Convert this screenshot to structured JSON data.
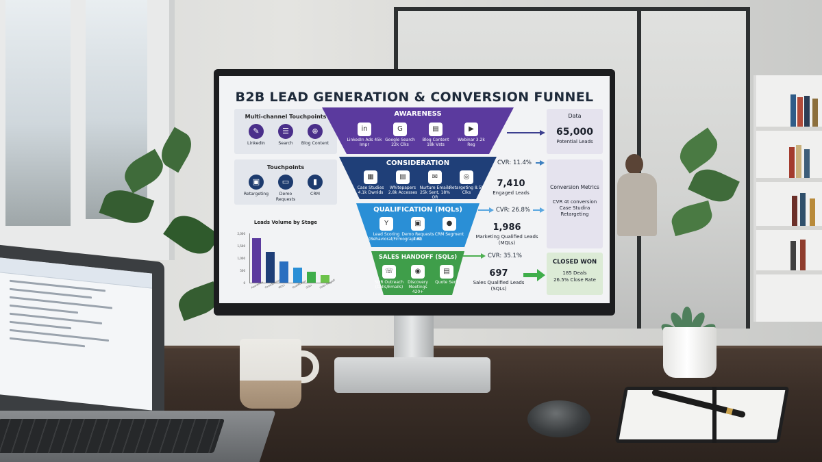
{
  "screen": {
    "title": "B2B LEAD GENERATION & CONVERSION FUNNEL",
    "left_panels": [
      {
        "title": "Multi-channel Touchpoints",
        "items": [
          {
            "label": "LinkedIn",
            "icon": "linkedin-icon",
            "glyph": "✎"
          },
          {
            "label": "Search",
            "icon": "search-icon",
            "glyph": "☰"
          },
          {
            "label": "Blog Content",
            "icon": "globe-icon",
            "glyph": "⊕"
          }
        ]
      },
      {
        "title": "Touchpoints",
        "items": [
          {
            "label": "Retargeting",
            "icon": "calendar-icon",
            "glyph": "▣"
          },
          {
            "label": "Demo Requests",
            "icon": "monitor-icon",
            "glyph": "▭"
          },
          {
            "label": "CRM",
            "icon": "bar-chart-icon",
            "glyph": "▮"
          }
        ]
      }
    ],
    "stages": [
      {
        "name": "AWARENESS",
        "color": "#5b3a9e",
        "items": [
          {
            "label": "LinkedIn Ads 45k Impr",
            "glyph": "in"
          },
          {
            "label": "Google Search 22k Clks",
            "glyph": "G"
          },
          {
            "label": "Blog Content 18k Vsts",
            "glyph": "▤"
          },
          {
            "label": "Webinar 3.2k Reg",
            "glyph": "▶"
          }
        ]
      },
      {
        "name": "CONSIDERATION",
        "color": "#1f3f78",
        "items": [
          {
            "label": "Case Studies 4.1k Dwnlds",
            "glyph": "▦"
          },
          {
            "label": "Whitepapers 2.8k Accesses",
            "glyph": "▤"
          },
          {
            "label": "Nurture Emails 25k Sent, 18% OR",
            "glyph": "✉"
          },
          {
            "label": "Retargeting 8.5k Clks",
            "glyph": "◎"
          }
        ]
      },
      {
        "name": "QUALIFICATION (MQLs)",
        "color": "#2a8fd6",
        "items": [
          {
            "label": "Lead Scoring (Behavioral/Firmographic)",
            "glyph": "Y"
          },
          {
            "label": "Demo Requests 1.6k",
            "glyph": "▣"
          },
          {
            "label": "CRM Segment",
            "glyph": "●"
          }
        ]
      },
      {
        "name": "SALES HANDOFF (SQLs)",
        "color": "#3f9e4a",
        "items": [
          {
            "label": "SDR Outreach (Calls/Emails)",
            "glyph": "☏"
          },
          {
            "label": "Discovery Meetings 420+",
            "glyph": "◉"
          },
          {
            "label": "Quote Sent",
            "glyph": "▤"
          }
        ]
      }
    ],
    "cvr": [
      "CVR: 11.4%",
      "CVR: 26.8%",
      "CVR: 35.1%"
    ],
    "metrics": [
      {
        "value": "65,000",
        "label": "Potential Leads"
      },
      {
        "value": "7,410",
        "label": "Engaged Leads"
      },
      {
        "value": "1,986",
        "label": "Marketing Qualified Leads (MQLs)"
      },
      {
        "value": "697",
        "label": "Sales Qualified Leads (SQLs)"
      }
    ],
    "data_box_title": "Data",
    "conversion_box": {
      "title": "Conversion Metrics",
      "lines": [
        "CVR 4t conversion",
        "Case Studira",
        "Retargeting"
      ]
    },
    "closed_won": {
      "title": "CLOSED WON",
      "deals": "185 Deals",
      "close_rate": "26.5% Close Rate"
    },
    "accent": {
      "purple": "#5b3a9e",
      "navy": "#1f3f78",
      "blue": "#2a8fd6",
      "green": "#3f9e4a"
    }
  },
  "chart_data": {
    "type": "bar",
    "title": "Leads Volume by Stage",
    "categories": [
      "Awareness",
      "Consideration",
      "MQLs",
      "Qualification",
      "SQLs",
      "Sales Handoff"
    ],
    "values": [
      1800,
      1250,
      850,
      600,
      450,
      300
    ],
    "colors": [
      "#5b3a9e",
      "#1f3f78",
      "#2a6fc0",
      "#2a8fd6",
      "#3fae4a",
      "#6cc24a"
    ],
    "yticks": [
      "2,000",
      "1,500",
      "1,000",
      "500",
      "0"
    ],
    "ylim": [
      0,
      2000
    ]
  }
}
